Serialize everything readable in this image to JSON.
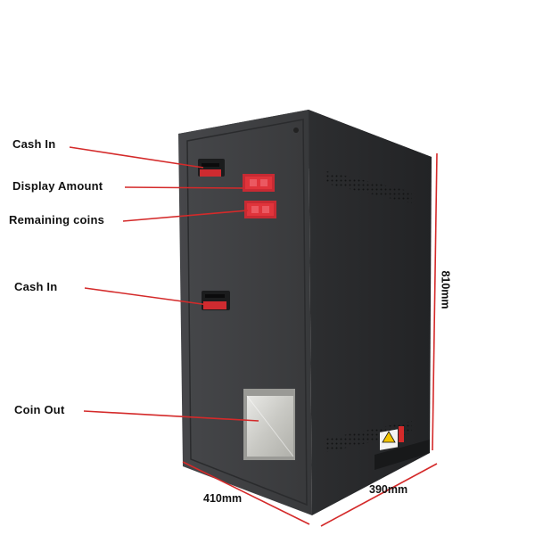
{
  "callouts": {
    "cash_in_top": "Cash In",
    "display_amount": "Display Amount",
    "remaining_coins": "Remaining coins",
    "cash_in_middle": "Cash In",
    "coin_out": "Coin Out"
  },
  "dimensions": {
    "height": "810mm",
    "width": "410mm",
    "depth": "390mm"
  },
  "colors": {
    "cabinet_front": "#3a3b3d",
    "cabinet_side": "#2a2b2d",
    "callout_line": "#d42a2a",
    "dimension_line": "#d42a2a",
    "display_red": "#e0343b"
  },
  "icons": {
    "warning_sticker": "warning-triangle-icon"
  }
}
